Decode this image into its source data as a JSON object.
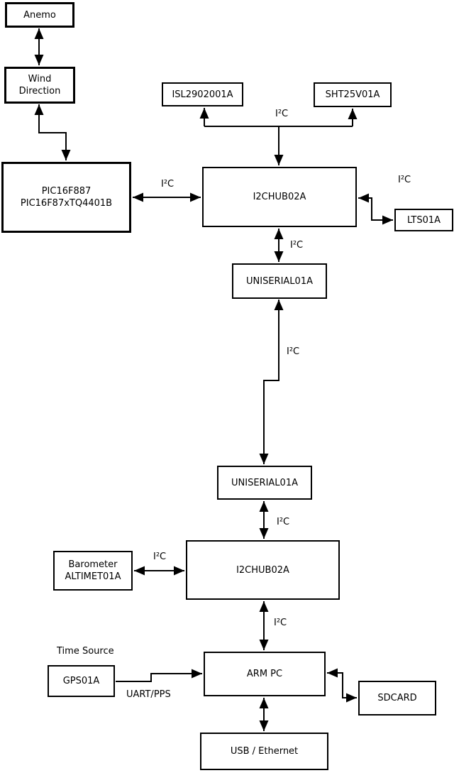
{
  "diagram": {
    "background_color": "#ffffff",
    "line_color": "#000000",
    "text_color": "#000000",
    "nodes": {
      "anemo": {
        "label": "Anemo"
      },
      "wind_direction": {
        "line1": "Wind",
        "line2": "Direction"
      },
      "pic": {
        "line1": "PIC16F887",
        "line2": "PIC16F87xTQ4401B"
      },
      "isl": {
        "label": "ISL2902001A"
      },
      "sht": {
        "label": "SHT25V01A"
      },
      "i2c_hub_1": {
        "label": "I2CHUB02A"
      },
      "lts": {
        "label": "LTS01A"
      },
      "uniserial_1": {
        "label": "UNISERIAL01A"
      },
      "uniserial_2": {
        "label": "UNISERIAL01A"
      },
      "barometer": {
        "line1": "Barometer",
        "line2": "ALTIMET01A"
      },
      "i2c_hub_2": {
        "label": "I2CHUB02A"
      },
      "gps": {
        "label": "GPS01A"
      },
      "arm_pc": {
        "label": "ARM PC"
      },
      "sdcard": {
        "label": "SDCARD"
      },
      "usb_ethernet": {
        "label": "USB / Ethernet"
      }
    },
    "labels": {
      "i2c": "I²C",
      "uart_pps": "UART/PPS",
      "time_source": "Time Source"
    }
  }
}
